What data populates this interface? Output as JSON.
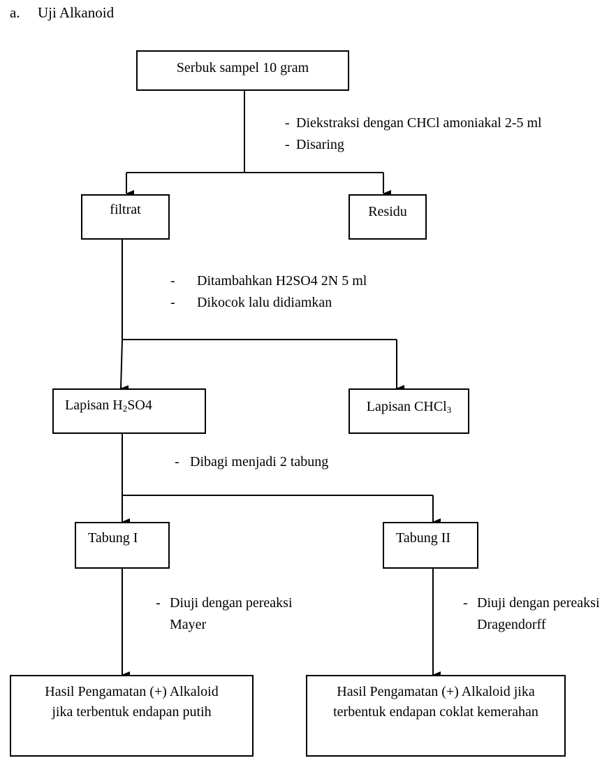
{
  "heading": {
    "number": "a.",
    "title": "Uji Alkanoid"
  },
  "boxes": {
    "sample": "Serbuk sampel 10 gram",
    "filtrate": "filtrat",
    "residue": "Residu",
    "h2so4_layer": {
      "prefix": "Lapisan H",
      "sub": "2",
      "suffix": "SO4"
    },
    "chcl3_layer": {
      "prefix": "Lapisan CHCl",
      "sub": "3"
    },
    "tube1": "Tabung I",
    "tube2": "Tabung II",
    "result1": {
      "line1": "Hasil Pengamatan (+) Alkaloid",
      "line2": "jika terbentuk endapan putih"
    },
    "result2": {
      "line1": "Hasil Pengamatan (+) Alkaloid jika",
      "line2": "terbentuk endapan coklat kemerahan"
    }
  },
  "steps": {
    "extraction": [
      "Diekstraksi dengan CHCl  amoniakal 2-5 ml",
      "Disaring"
    ],
    "acid": [
      "Ditambahkan H2SO4 2N 5 ml",
      "Dikocok lalu didiamkan"
    ],
    "divide": [
      "Dibagi menjadi 2 tabung"
    ],
    "mayer": [
      "Diuji dengan pereaksi",
      "Mayer"
    ],
    "dragendorff": [
      "Diuji dengan pereaksi",
      "Dragendorff"
    ]
  }
}
